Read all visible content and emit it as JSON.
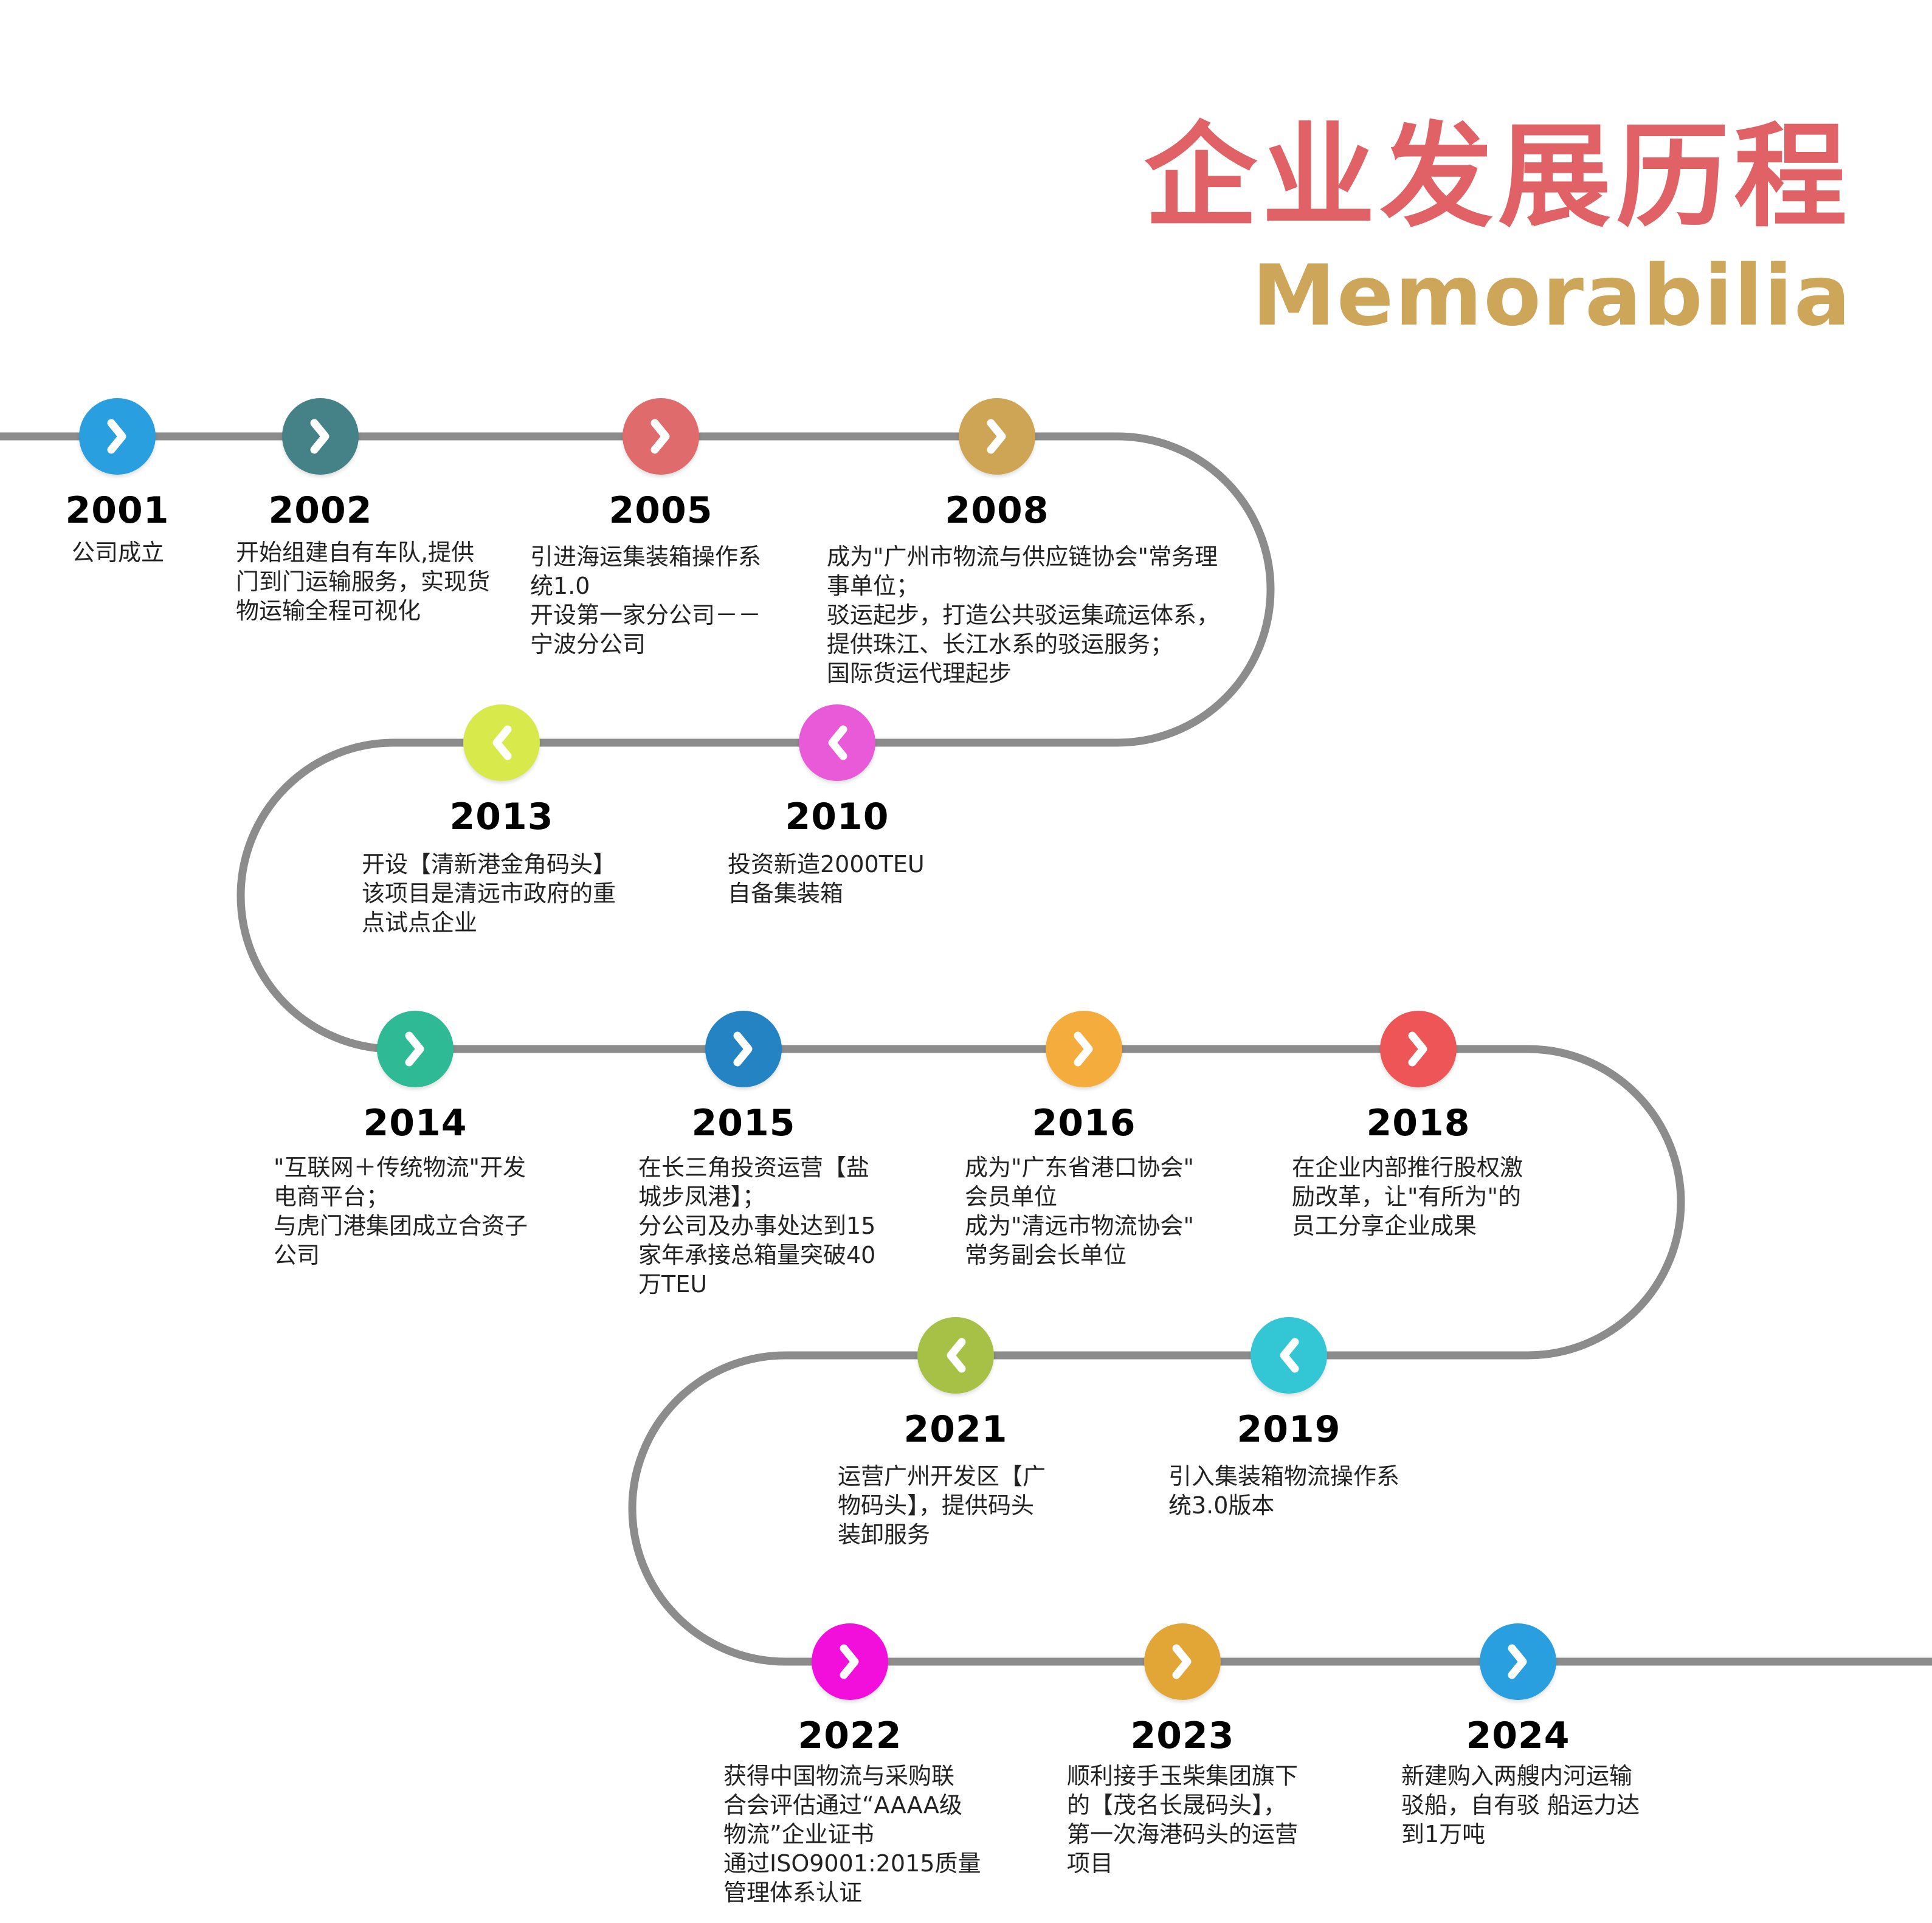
{
  "header": {
    "title": "企业发展历程",
    "subtitle": "Memorabilia",
    "title_color": "#e06166",
    "subtitle_color": "#cda65a"
  },
  "path_color": "#8c8c8c",
  "milestones": [
    {
      "year": "2001",
      "color": "#2a9fe0",
      "icon": "chevron-right-icon",
      "lines": [
        "公司成立"
      ]
    },
    {
      "year": "2002",
      "color": "#458287",
      "icon": "chevron-right-icon",
      "lines": [
        "开始组建自有车队,提供",
        "门到门运输服务，实现货",
        "物运输全程可视化"
      ]
    },
    {
      "year": "2005",
      "color": "#df6b6c",
      "icon": "chevron-right-icon",
      "lines": [
        "引进海运集装箱操作系",
        "统1.0",
        "开设第一家分公司－－",
        "宁波分公司"
      ]
    },
    {
      "year": "2008",
      "color": "#cda554",
      "icon": "chevron-right-icon",
      "lines": [
        "成为\"广州市物流与供应链协会\"常务理",
        "事单位；",
        "驳运起步，打造公共驳运集疏运体系，",
        "提供珠江、长江水系的驳运服务；",
        "国际货运代理起步"
      ]
    },
    {
      "year": "2010",
      "color": "#e85ad8",
      "icon": "chevron-left-icon",
      "lines": [
        "投资新造2000TEU",
        "自备集装箱"
      ]
    },
    {
      "year": "2013",
      "color": "#d8ea4b",
      "icon": "chevron-left-icon",
      "lines": [
        "开设【清新港金角码头】",
        "该项目是清远市政府的重",
        "点试点企业"
      ]
    },
    {
      "year": "2014",
      "color": "#2dba94",
      "icon": "chevron-right-icon",
      "lines": [
        "\"互联网＋传统物流\"开发",
        "电商平台；",
        "与虎门港集团成立合资子",
        "公司"
      ]
    },
    {
      "year": "2015",
      "color": "#2383c3",
      "icon": "chevron-right-icon",
      "lines": [
        "在长三角投资运营【盐",
        "城步凤港】；",
        "分公司及办事处达到15",
        "家年承接总箱量突破40",
        "万TEU"
      ]
    },
    {
      "year": "2016",
      "color": "#f4ad3c",
      "icon": "chevron-right-icon",
      "lines": [
        "成为\"广东省港口协会\"",
        "会员单位",
        "成为\"清远市物流协会\"",
        "常务副会长单位"
      ]
    },
    {
      "year": "2018",
      "color": "#ee5556",
      "icon": "chevron-right-icon",
      "lines": [
        "在企业内部推行股权激",
        "励改革，让\"有所为\"的",
        "员工分享企业成果"
      ]
    },
    {
      "year": "2019",
      "color": "#33c6d5",
      "icon": "chevron-left-icon",
      "lines": [
        "引入集装箱物流操作系",
        "统3.0版本"
      ]
    },
    {
      "year": "2021",
      "color": "#a6c146",
      "icon": "chevron-left-icon",
      "lines": [
        "运营广州开发区【广",
        "物码头】，提供码头",
        "装卸服务"
      ]
    },
    {
      "year": "2022",
      "color": "#f20fdc",
      "icon": "chevron-right-icon",
      "lines": [
        "获得中国物流与采购联",
        "合会评估通过“AAAA级",
        "物流”企业证书",
        "通过ISO9001:2015质量",
        "管理体系认证"
      ]
    },
    {
      "year": "2023",
      "color": "#e2a637",
      "icon": "chevron-right-icon",
      "lines": [
        "顺利接手玉柴集团旗下",
        "的【茂名长晟码头】，",
        "第一次海港码头的运营",
        "项目"
      ]
    },
    {
      "year": "2024",
      "color": "#2a9fe0",
      "icon": "chevron-right-icon",
      "lines": [
        "新建购入两艘内河运输",
        "驳船，自有驳  船运力达",
        "到1万吨"
      ]
    }
  ]
}
